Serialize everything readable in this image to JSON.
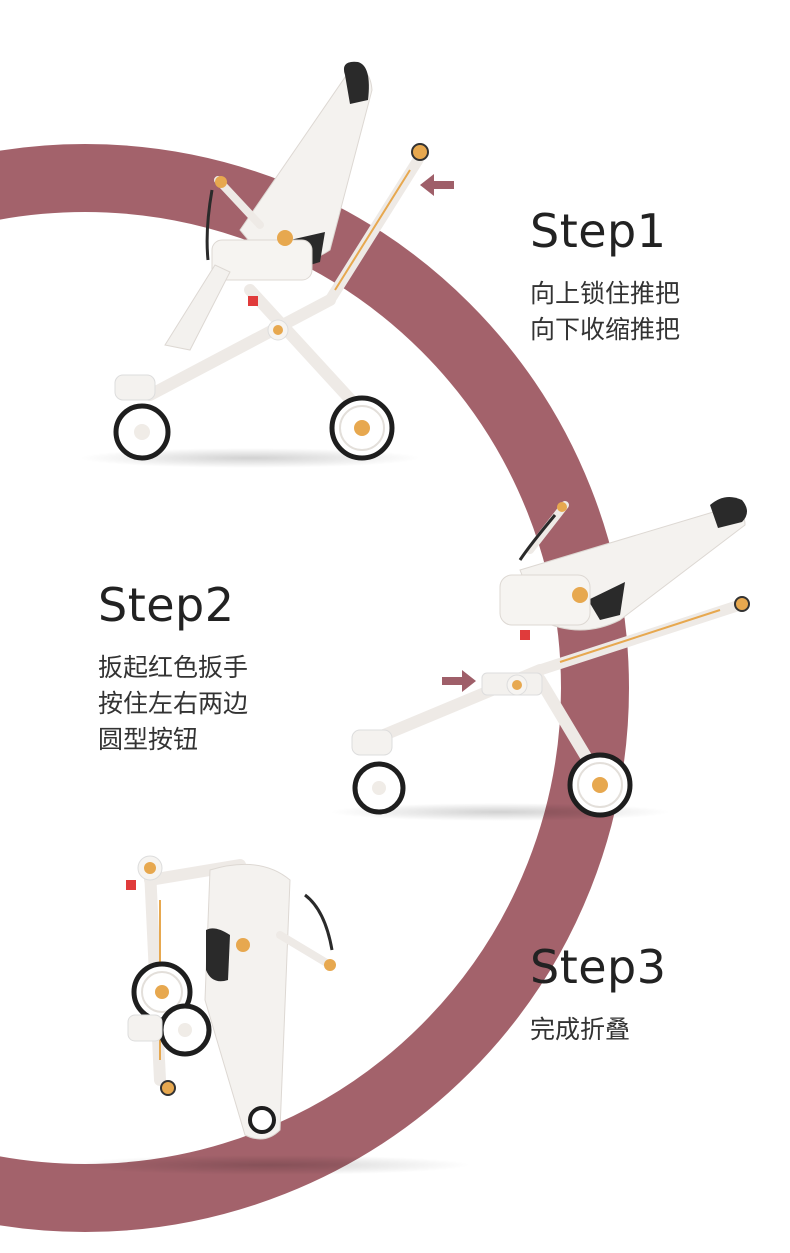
{
  "colors": {
    "ring": "#a3626b",
    "arrow": "#9f5f69",
    "frame": "#f2f0ee",
    "gold": "#e7a84f",
    "dark": "#2a2a2a"
  },
  "steps": [
    {
      "title": "Step1",
      "lines": [
        "向上锁住推把",
        "向下收缩推把"
      ]
    },
    {
      "title": "Step2",
      "lines": [
        "扳起红色扳手",
        "按住左右两边",
        "圆型按钮"
      ]
    },
    {
      "title": "Step3",
      "lines": [
        "完成折叠"
      ]
    }
  ],
  "icons": [
    "arrow-right-icon",
    "arrow-right-icon"
  ]
}
